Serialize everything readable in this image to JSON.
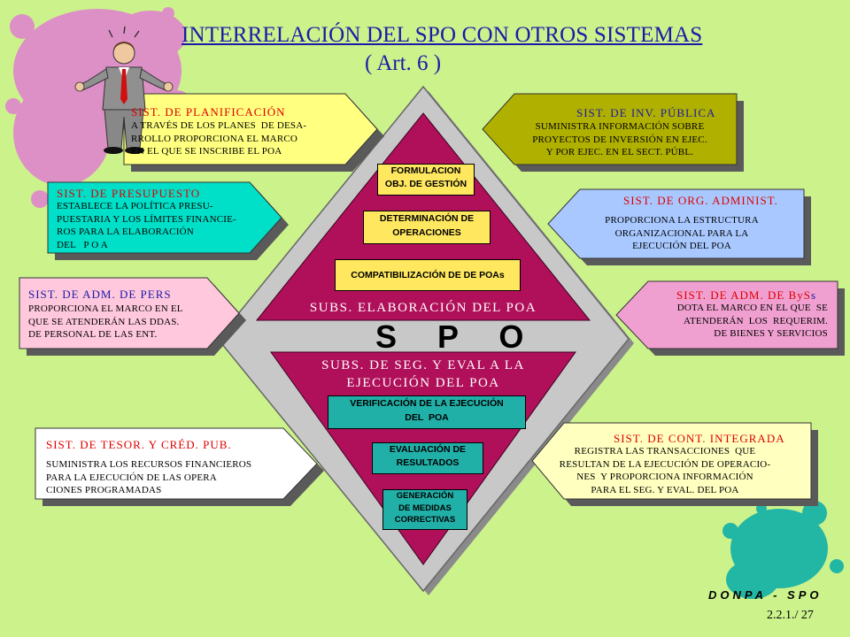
{
  "title": "INTERRELACIÓN DEL SPO CON OTROS SISTEMAS",
  "subtitle": "( Art.  6 )",
  "center": {
    "label": "S P O",
    "elaboracion": {
      "label": "SUBS. ELABORACIÓN DEL POA",
      "boxes": [
        "FORMULACION\nOBJ. DE GESTIÓN",
        "DETERMINACIÓN DE\nOPERACIONES",
        "COMPATIBILIZACIÓN DE DE POAs"
      ]
    },
    "seguimiento": {
      "label": "SUBS. DE SEG. Y EVAL A LA\nEJECUCIÓN DEL POA",
      "boxes": [
        "VERIFICACIÓN DE LA EJECUCIÓN\nDEL  POA",
        "EVALUACIÓN DE\nRESULTADOS",
        "GENERACIÓN\nDE MEDIDAS\nCORRECTIVAS"
      ]
    }
  },
  "systems": {
    "planificacion": {
      "heading": "SIST. DE PLANIFICACIÓN",
      "body": "A TRAVÉS DE LOS PLANES  DE DESA-\nRROLLO PROPORCIONA EL MARCO\nEN EL QUE SE INSCRIBE EL POA",
      "color": "#ffff80"
    },
    "presupuesto": {
      "heading": "SIST. DE PRESUPUESTO",
      "body": "ESTABLECE LA POLÍTICA PRESU-\nPUESTARIA Y LOS LÍMITES FINANCIE-\nROS PARA LA ELABORACIÓN\nDEL   P O A",
      "color": "#00e0c8"
    },
    "adm_pers": {
      "heading": "SIST. DE ADM. DE PERS",
      "body": "PROPORCIONA EL MARCO EN EL\nQUE SE ATENDERÁN LAS DDAS.\nDE PERSONAL DE LAS ENT.",
      "color": "#ffc8dc"
    },
    "tesoreria": {
      "heading": "SIST. DE TESOR. Y CRÉD. PUB.",
      "body": "SUMINISTRA LOS RECURSOS FINANCIEROS\nPARA LA EJECUCIÓN DE LAS OPERA\nCIONES PROGRAMADAS",
      "color": "#ffffff"
    },
    "inv_publica": {
      "heading": "SIST. DE INV. PÚBLICA",
      "body": "SUMINISTRA INFORMACIÓN SOBRE\nPROYECTOS DE INVERSIÓN EN EJEC.\nY POR EJEC. EN EL SECT. PÚBL.",
      "color": "#b0b000"
    },
    "org_admin": {
      "heading": "SIST. DE ORG. ADMINIST.",
      "body": "PROPORCIONA LA ESTRUCTURA\nORGANIZACIONAL PARA LA\nEJECUCIÓN DEL POA",
      "color": "#a8c8ff"
    },
    "adm_bys": {
      "heading": "SIST. DE ADM. DE ByS",
      "heading_suffix": "s",
      "body": "DOTA EL MARCO EN EL QUE  SE\nATENDERÁN  LOS  REQUERIM.\nDE BIENES Y SERVICIOS",
      "color": "#f0a0d0"
    },
    "cont_integrada": {
      "heading": "SIST. DE CONT. INTEGRADA",
      "body": "REGISTRA LAS TRANSACCIONES  QUE\nRESULTAN DE LA EJECUCIÓN DE OPERACIO-\nNES  Y PROPORCIONA INFORMACIÓN\nPARA EL SEG. Y EVAL. DEL POA",
      "color": "#ffffc0"
    }
  },
  "footer": {
    "brand": "DONPA - SPO",
    "page": "2.2.1./ 27"
  },
  "colors": {
    "background": "#ccf28c",
    "diamond_frame": "#c8c8c8",
    "diamond_fill": "#b0105a",
    "inner_box": "#ffe860",
    "seg_box": "#20b0a8",
    "splash_pink": "#e080d0",
    "splash_teal": "#10b0a8"
  }
}
